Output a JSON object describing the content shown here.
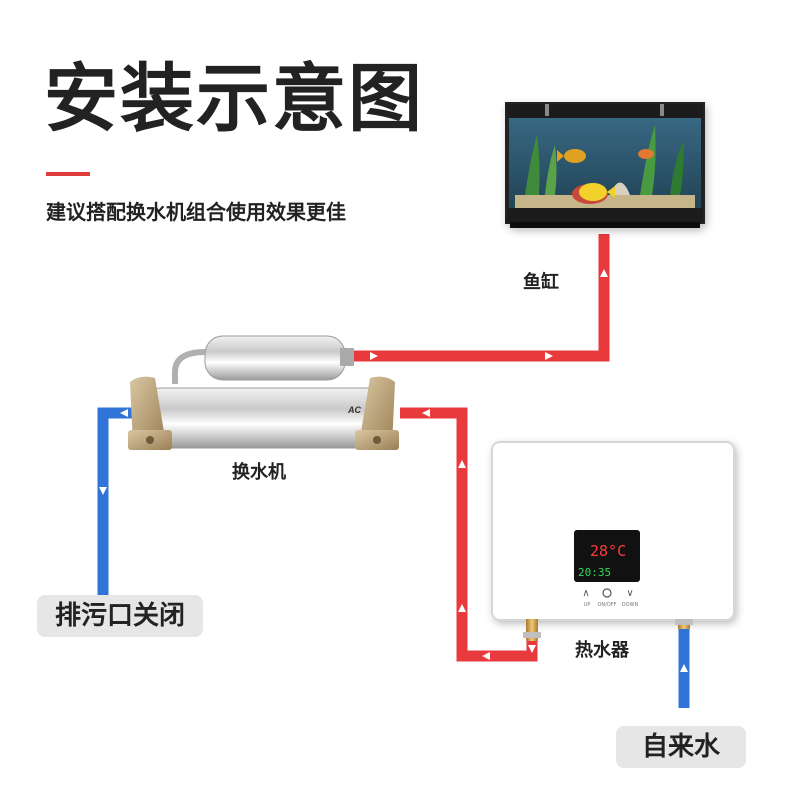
{
  "title": "安装示意图",
  "subtitle": "建议搭配换水机组合使用效果更佳",
  "labels": {
    "aquarium": "鱼缸",
    "exchanger": "换水机",
    "heater": "热水器",
    "drain": "排污口关闭",
    "tap_water": "自来水"
  },
  "heater_display": {
    "temp": "28°C",
    "clock": "20:35",
    "buttons": [
      "UP",
      "ON/OFF",
      "DOWN"
    ]
  },
  "exchanger_brand": "AC",
  "colors": {
    "hot_pipe": "#e8393c",
    "cold_pipe": "#2f74d6",
    "accent": "#e03c3c"
  }
}
